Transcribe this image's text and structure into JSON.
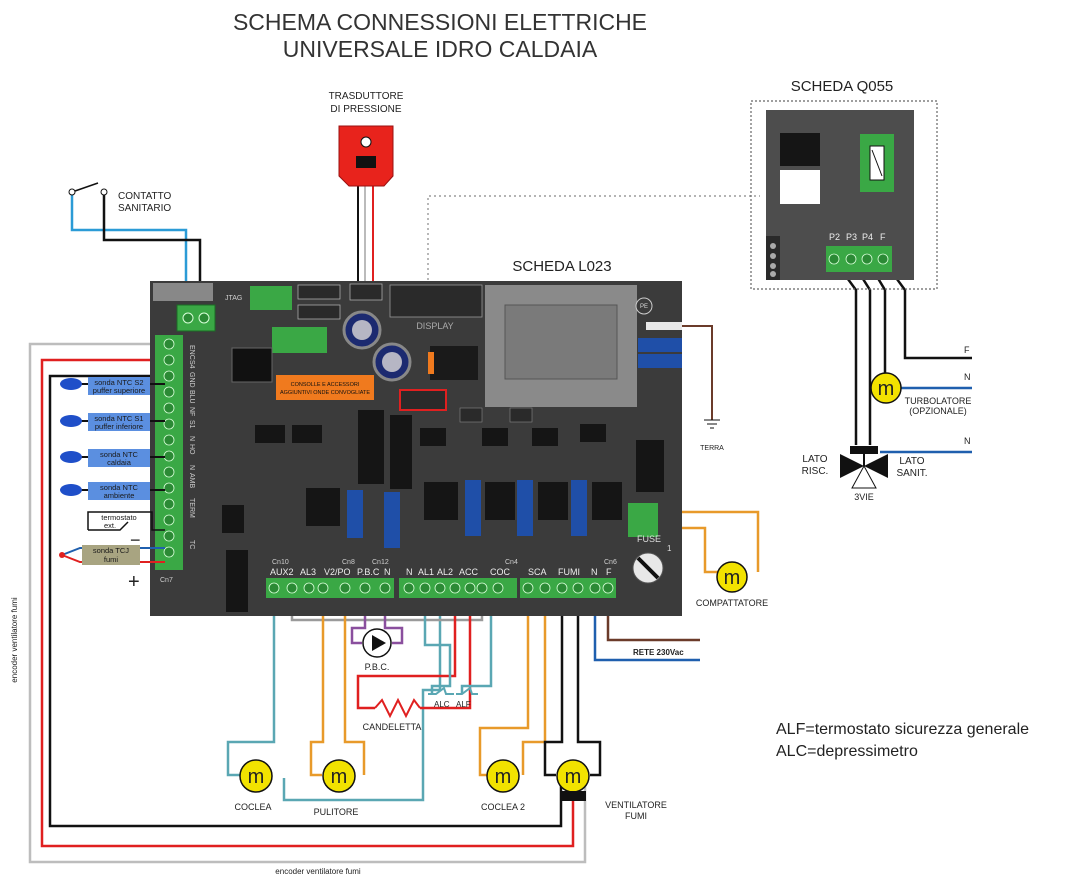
{
  "title": {
    "line1": "SCHEMA CONNESSIONI ELETTRICHE",
    "line2": "UNIVERSALE IDRO CALDAIA"
  },
  "boards": {
    "main": "SCHEDA L023",
    "aux": "SCHEDA Q055"
  },
  "board_text": {
    "display": "DISPLAY",
    "consolle_line1": "CONSOLLE E ACCESSORI",
    "consolle_line2": "AGGIUNTIVI ONDE CONVOGLIATE",
    "fuse": "FUSE",
    "fuse_num": "1",
    "jtag": "JTAG",
    "cn7": "Cn7",
    "cn10": "Cn10",
    "cn8": "Cn8",
    "cn4": "Cn4",
    "cn6": "Cn6",
    "cn12": "Cn12",
    "pe": "PE",
    "plus": "+",
    "minus": "−",
    "q055_terms": [
      "P2",
      "P3",
      "P4",
      "F"
    ],
    "bottom_terms": [
      "AUX2",
      "AL3",
      "V2/PO",
      "P.B.C",
      "N",
      "N",
      "AL1",
      "AL2",
      "ACC",
      "COC",
      "SCA",
      "FUMI",
      "N",
      "F"
    ],
    "left_terms": [
      "ENC",
      "S4",
      "GND",
      "BLU",
      "NF",
      "S1",
      "N",
      "HO",
      "N",
      "AMB",
      "TERM",
      "TC"
    ]
  },
  "labels": {
    "pressure_transducer_line1": "TRASDUTTORE",
    "pressure_transducer_line2": "DI PRESSIONE",
    "contact_line1": "CONTATTO",
    "contact_line2": "SANITARIO",
    "terra": "TERRA",
    "turbolatore_line1": "TURBOLATORE",
    "turbolatore_line2": "(OPZIONALE)",
    "lato_risc_line1": "LATO",
    "lato_risc_line2": "RISC.",
    "lato_sanit_line1": "LATO",
    "lato_sanit_line2": "SANIT.",
    "tre_vie": "3VIE",
    "compattatore": "COMPATTATORE",
    "rete": "RETE 230Vac",
    "pbc": "P.B.C.",
    "candeletta": "CANDELETTA",
    "alc": "ALC",
    "alf": "ALF",
    "coclea": "COCLEA",
    "pulitore": "PULITORE",
    "coclea2": "COCLEA 2",
    "ventilatore_line1": "VENTILATORE",
    "ventilatore_line2": "FUMI",
    "encoder_bottom": "encoder ventilatore fumi",
    "encoder_left": "encoder ventilatore fumi",
    "line_f": "F",
    "line_n1": "N",
    "line_n2": "N",
    "motor_symbol": "m"
  },
  "sensors": [
    {
      "line1": "sonda NTC S2",
      "line2": "puffer superiore"
    },
    {
      "line1": "sonda NTC S1",
      "line2": "puffer inferiore"
    },
    {
      "line1": "sonda NTC",
      "line2": "caldaia"
    },
    {
      "line1": "sonda NTC",
      "line2": "ambiente"
    }
  ],
  "thermostat": {
    "line1": "termostato",
    "line2": "ext."
  },
  "tcj": {
    "line1": "sonda TCJ",
    "line2": "fumi"
  },
  "legend": {
    "alf": "ALF=termostato sicurezza generale",
    "alc": "ALC=depressimetro"
  },
  "colors": {
    "board": "#3b3b3b",
    "terminal": "#3aa845",
    "wire_black": "#111111",
    "wire_red": "#e02020",
    "wire_blue": "#1f5fae",
    "wire_lightblue": "#2b9bd6",
    "wire_orange": "#e89a2a",
    "wire_teal": "#5aa7b3",
    "wire_purple": "#8a4f9e",
    "wire_gray": "#bdbdbd",
    "wire_brown": "#6b3b2a",
    "motor": "#f2e200",
    "transducer": "#e8231c",
    "sensor_box": "#5b8fe0",
    "sensor_bulb": "#1f4fc9",
    "consolle_box": "#f07a1e"
  }
}
